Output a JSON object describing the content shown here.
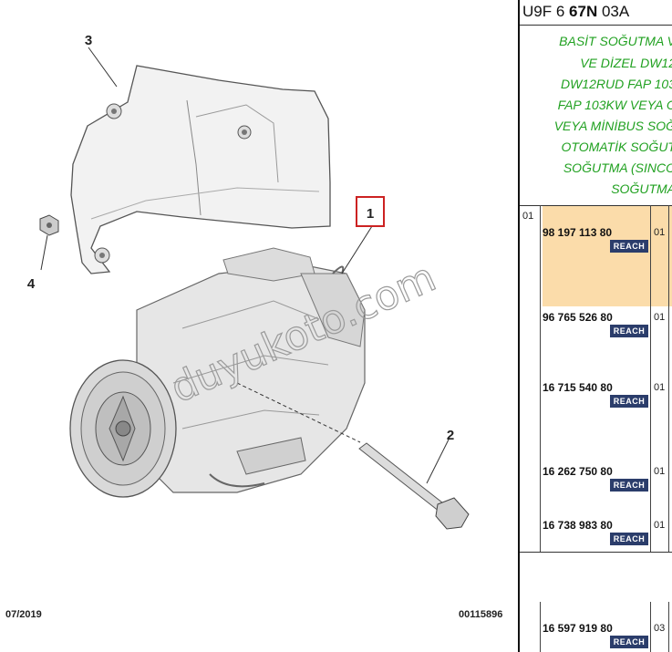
{
  "diagram": {
    "callouts": [
      "1",
      "2",
      "3",
      "4"
    ],
    "watermark": "duyukoto.com",
    "date": "07/2019",
    "reference": "00115896"
  },
  "panel": {
    "code_prefix": "U9F 6 ",
    "code_bold": "67N",
    "code_suffix": " 03A",
    "description_lines": [
      "BASİT SOĞUTMA V",
      "VE DİZEL DW12",
      "DW12RUD FAP 103",
      "FAP 103KW VEYA C",
      "VEYA MİNİBUS SOĞ",
      "OTOMATİK SOĞUT",
      "SOĞUTMA (SINCO",
      "SOĞUTMA"
    ],
    "group": "01",
    "parts": [
      {
        "number": "98 197 113 80",
        "qty": "01",
        "badge": "REACH"
      },
      {
        "number": "96 765 526 80",
        "qty": "01",
        "badge": "REACH"
      },
      {
        "number": "16 715 540 80",
        "qty": "01",
        "badge": "REACH"
      },
      {
        "number": "16 262 750 80",
        "qty": "01",
        "badge": "REACH"
      },
      {
        "number": "16 738 983 80",
        "qty": "01",
        "badge": "REACH"
      },
      {
        "number": "16 597 919 80",
        "qty": "03",
        "badge": "REACH"
      }
    ]
  },
  "colors": {
    "description_text": "#21a121",
    "highlight_row": "#fbdcaa",
    "badge": "#2b3d6b",
    "callout_box": "#cc2222"
  }
}
